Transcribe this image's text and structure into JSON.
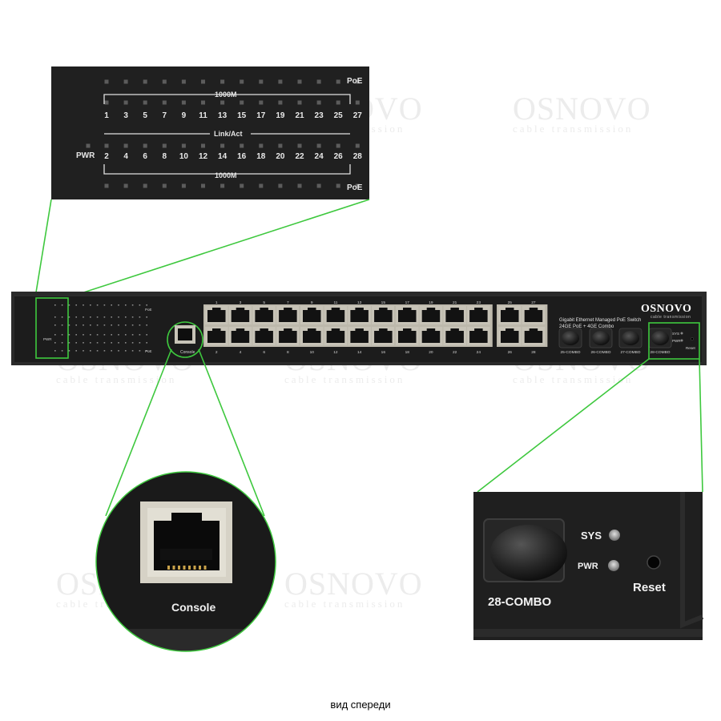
{
  "watermark": {
    "brand": "OSNOVO",
    "tagline": "cable transmission"
  },
  "switch": {
    "brand": "OSNOVO",
    "brand_tagline": "cable transmission",
    "model_line1": "Gigabit Ethernet Managed PoE Switch",
    "model_line2": "24GE PoE + 4GE Combo",
    "console_label": "Console",
    "reset_label": "Reset",
    "sys_label": "SYS",
    "pwr_label": "PWR",
    "combo_labels": [
      "25-COMBO",
      "26-COMBO",
      "27-COMBO",
      "28-COMBO"
    ],
    "top_port_numbers": [
      "1",
      "3",
      "5",
      "7",
      "9",
      "11",
      "13",
      "15",
      "17",
      "19",
      "21",
      "23",
      "25",
      "27"
    ],
    "bottom_port_numbers": [
      "2",
      "4",
      "6",
      "8",
      "10",
      "12",
      "14",
      "16",
      "18",
      "20",
      "22",
      "24",
      "26",
      "28"
    ]
  },
  "led_panel": {
    "poe_label": "PoE",
    "speed_label": "1000M",
    "link_label": "Link/Act",
    "pwr_label": "PWR",
    "odd_ports": [
      "1",
      "3",
      "5",
      "7",
      "9",
      "11",
      "13",
      "15",
      "17",
      "19",
      "21",
      "23",
      "25",
      "27"
    ],
    "even_ports": [
      "2",
      "4",
      "6",
      "8",
      "10",
      "12",
      "14",
      "16",
      "18",
      "20",
      "22",
      "24",
      "26",
      "28"
    ]
  },
  "console_zoom": {
    "label": "Console"
  },
  "combo_zoom": {
    "port_label": "28-COMBO",
    "sys_label": "SYS",
    "pwr_label": "PWR",
    "reset_label": "Reset"
  },
  "caption": "вид спереди",
  "colors": {
    "panel": "#1c1c1c",
    "highlight": "#33cc33",
    "port_metal": "#b9b5a8"
  }
}
